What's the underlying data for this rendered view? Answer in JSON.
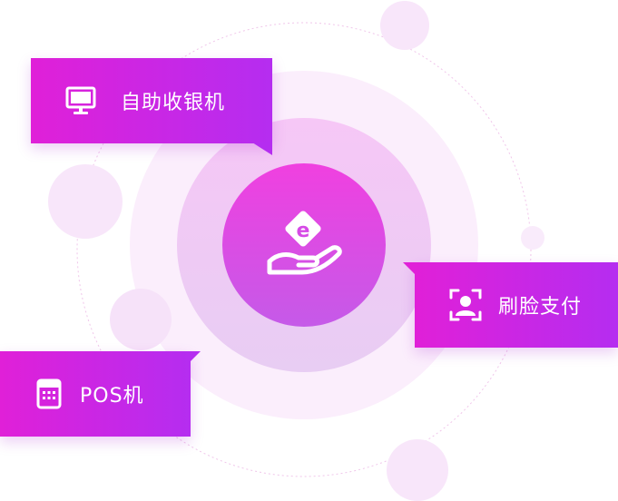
{
  "hub": {
    "icon": "hand-holding-e-coin-icon"
  },
  "options": [
    {
      "id": "kiosk",
      "label": "自助收银机",
      "icon": "monitor-icon"
    },
    {
      "id": "face",
      "label": "刷脸支付",
      "icon": "face-scan-icon"
    },
    {
      "id": "pos",
      "label": "POS机",
      "icon": "pos-terminal-icon"
    }
  ],
  "colors": {
    "card_gradient_start": "#e020d8",
    "card_gradient_end": "#b52df0",
    "hub_top": "#f040e0",
    "hub_bottom": "#c55ae8"
  }
}
